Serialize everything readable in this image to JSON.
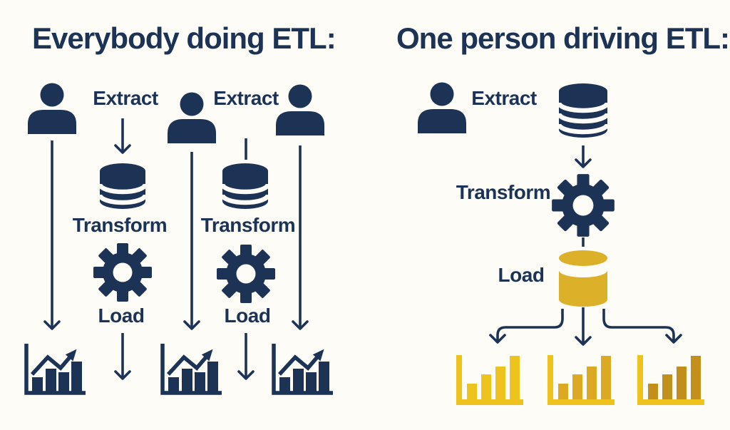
{
  "colors": {
    "navy": "#1d3356",
    "bg": "#fdfcf7",
    "yellow": "#efc31d",
    "gold": "#dcaa22",
    "dark_gold": "#c28f1a",
    "cyl": "#ddb02a"
  },
  "left": {
    "title": "Everybody doing ETL:",
    "pipelines": [
      {
        "extract": "Extract",
        "transform": "Transform",
        "load": "Load"
      },
      {
        "extract": "Extract",
        "transform": "Transform",
        "load": "Load"
      }
    ]
  },
  "right": {
    "title": "One person driving ETL:",
    "extract": "Extract",
    "transform": "Transform",
    "load": "Load"
  }
}
